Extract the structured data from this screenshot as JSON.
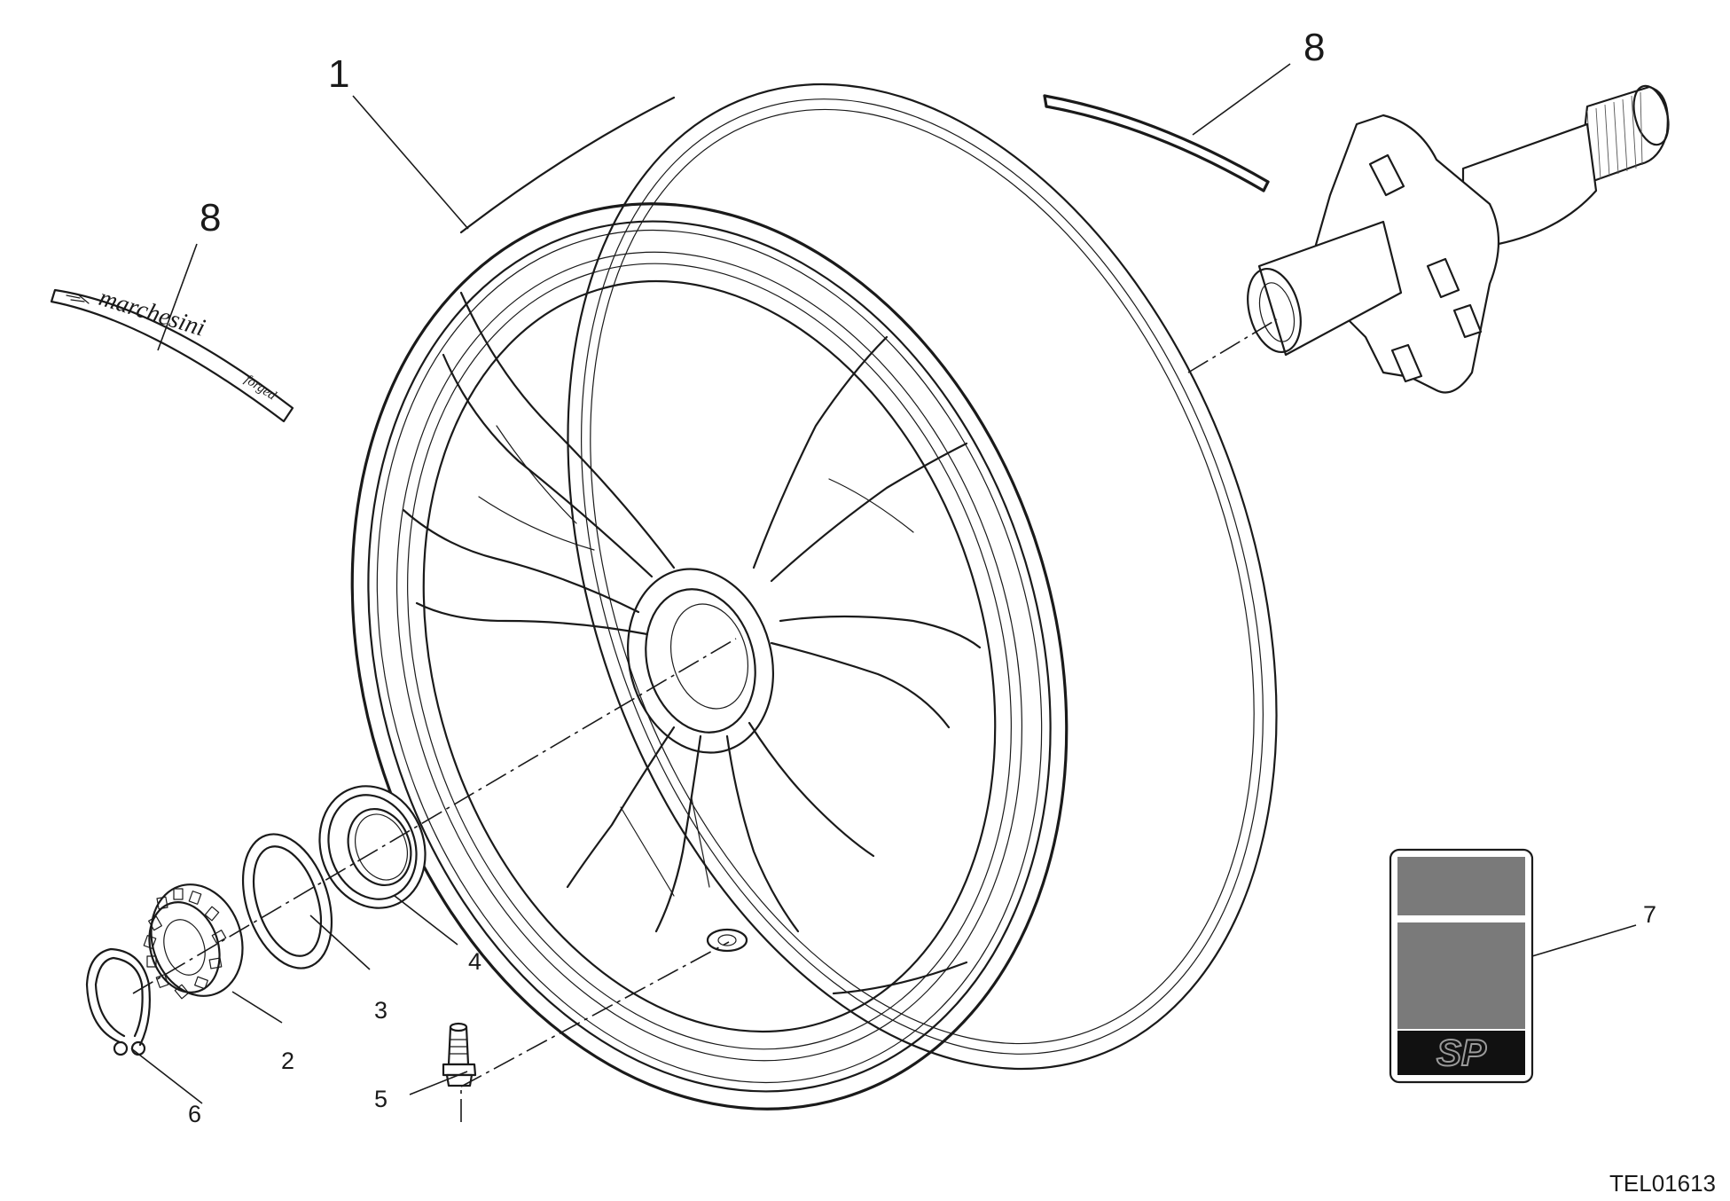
{
  "callouts": {
    "c1": "1",
    "c2": "2",
    "c3": "3",
    "c4": "4",
    "c5": "5",
    "c6": "6",
    "c7": "7",
    "c8a": "8",
    "c8b": "8"
  },
  "drawing_code": "TEL01613",
  "decals": {
    "rim_sticker_brand": "marchesini",
    "rim_sticker_sub": "forged",
    "badge_letters": "SP"
  },
  "colors": {
    "line": "#1a1a1a",
    "badge_grey": "#7a7a7a",
    "badge_dark": "#111111"
  }
}
